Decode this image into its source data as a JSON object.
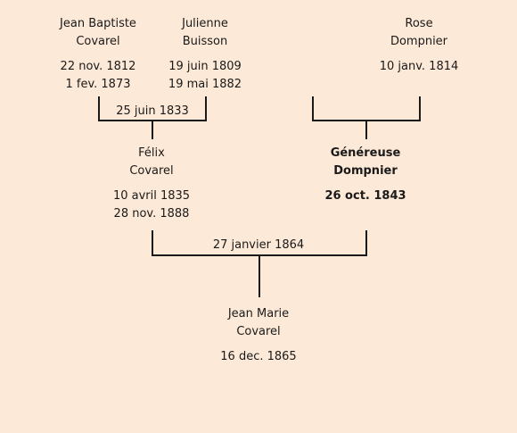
{
  "people": {
    "jean_baptiste": {
      "first": "Jean Baptiste",
      "last": "Covarel",
      "birth": "22 nov. 1812",
      "death": "1 fev. 1873"
    },
    "julienne": {
      "first": "Julienne",
      "last": "Buisson",
      "birth": "19 juin 1809",
      "death": "19 mai 1882"
    },
    "rose": {
      "first": "Rose",
      "last": "Dompnier",
      "birth": "10 janv. 1814"
    },
    "felix": {
      "first": "Félix",
      "last": "Covarel",
      "birth": "10 avril 1835",
      "death": "28 nov. 1888"
    },
    "genereuse": {
      "first": "Généreuse",
      "last": "Dompnier",
      "birth": "26 oct. 1843"
    },
    "jean_marie": {
      "first": "Jean Marie",
      "last": "Covarel",
      "birth": "16 dec. 1865"
    }
  },
  "marriages": {
    "m1833": "25 juin 1833",
    "m1864": "27 janvier 1864"
  },
  "colors": {
    "background": "#fde9d7",
    "text": "#1a1a1a"
  }
}
